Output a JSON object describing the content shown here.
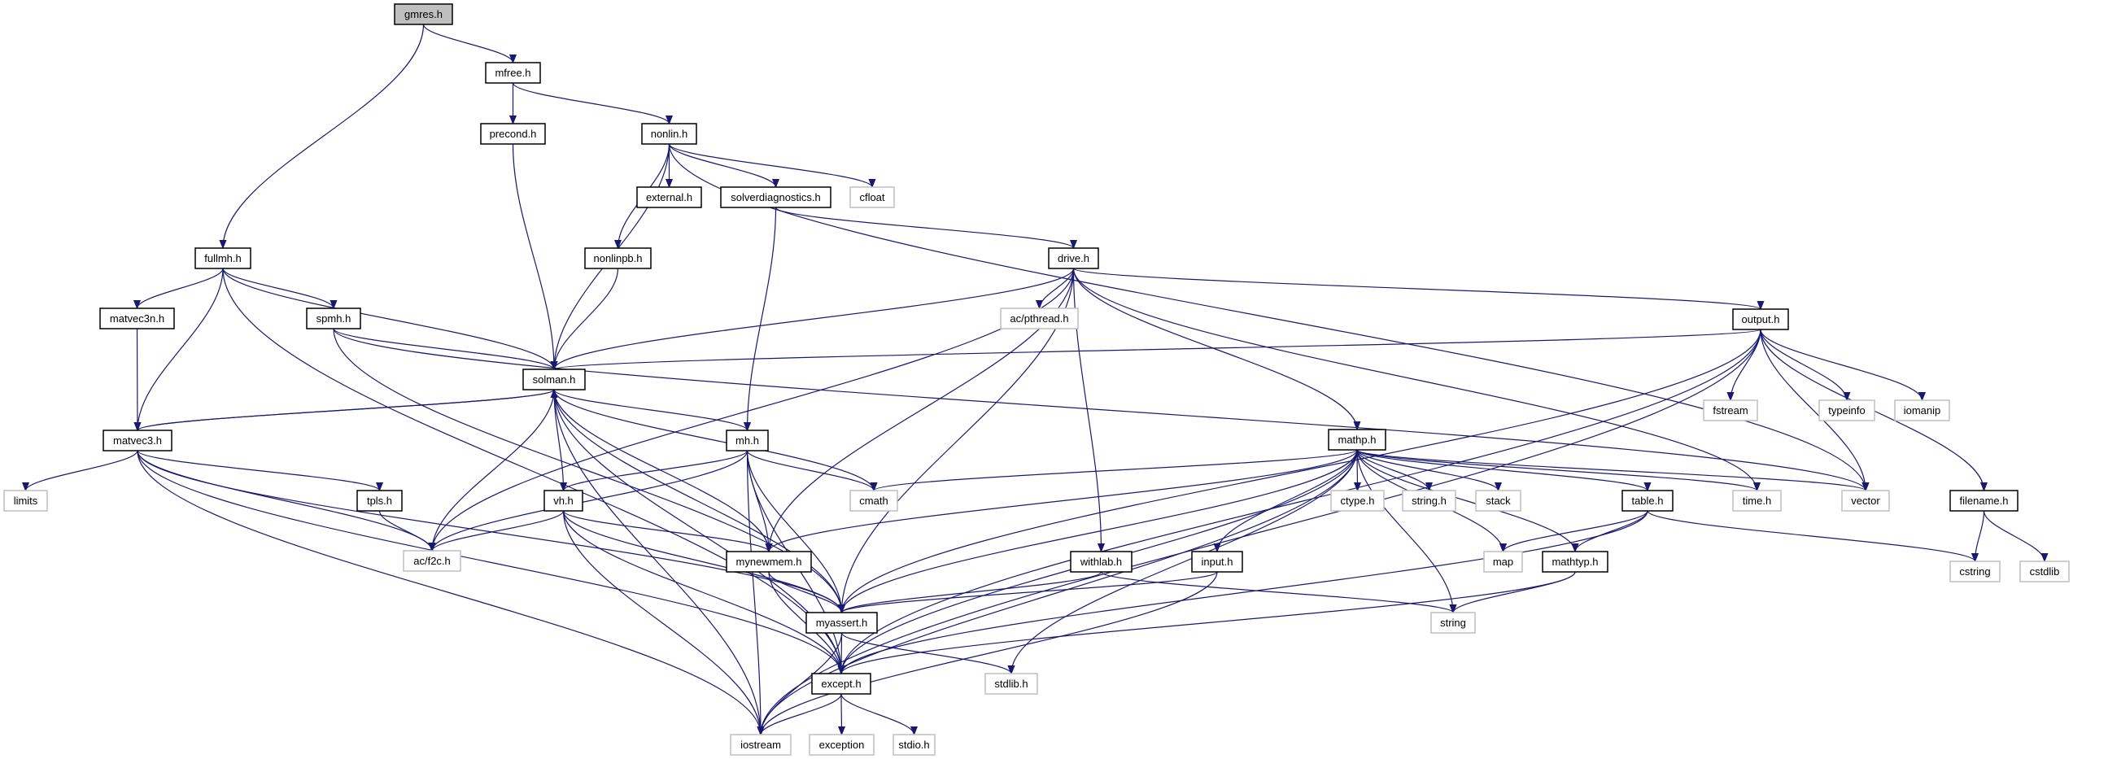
{
  "title": "gmres.h include dependency graph",
  "colors": {
    "edge": "#191970",
    "local_border": "#000000",
    "system_border": "#bfbfbf",
    "root_fill": "#bfbfbf"
  },
  "nodes": [
    {
      "id": "gmres",
      "label": "gmres.h",
      "kind": "root"
    },
    {
      "id": "mfree",
      "label": "mfree.h",
      "kind": "local"
    },
    {
      "id": "precond",
      "label": "precond.h",
      "kind": "local"
    },
    {
      "id": "nonlin",
      "label": "nonlin.h",
      "kind": "local"
    },
    {
      "id": "external",
      "label": "external.h",
      "kind": "local"
    },
    {
      "id": "solverdiagnostics",
      "label": "solverdiagnostics.h",
      "kind": "local"
    },
    {
      "id": "cfloat",
      "label": "cfloat",
      "kind": "system"
    },
    {
      "id": "fullmh",
      "label": "fullmh.h",
      "kind": "local"
    },
    {
      "id": "nonlinpb",
      "label": "nonlinpb.h",
      "kind": "local"
    },
    {
      "id": "drive",
      "label": "drive.h",
      "kind": "local"
    },
    {
      "id": "matvec3n",
      "label": "matvec3n.h",
      "kind": "local"
    },
    {
      "id": "spmh",
      "label": "spmh.h",
      "kind": "local"
    },
    {
      "id": "pthread",
      "label": "ac/pthread.h",
      "kind": "system"
    },
    {
      "id": "output",
      "label": "output.h",
      "kind": "local"
    },
    {
      "id": "solman",
      "label": "solman.h",
      "kind": "local"
    },
    {
      "id": "fstream",
      "label": "fstream",
      "kind": "system"
    },
    {
      "id": "typeinfo",
      "label": "typeinfo",
      "kind": "system"
    },
    {
      "id": "iomanip",
      "label": "iomanip",
      "kind": "system"
    },
    {
      "id": "matvec3",
      "label": "matvec3.h",
      "kind": "local"
    },
    {
      "id": "mh",
      "label": "mh.h",
      "kind": "local"
    },
    {
      "id": "mathp",
      "label": "mathp.h",
      "kind": "local"
    },
    {
      "id": "limits",
      "label": "limits",
      "kind": "system"
    },
    {
      "id": "tpls",
      "label": "tpls.h",
      "kind": "local"
    },
    {
      "id": "vh",
      "label": "vh.h",
      "kind": "local"
    },
    {
      "id": "cmath",
      "label": "cmath",
      "kind": "system"
    },
    {
      "id": "ctype",
      "label": "ctype.h",
      "kind": "system"
    },
    {
      "id": "stringh",
      "label": "string.h",
      "kind": "system"
    },
    {
      "id": "stack",
      "label": "stack",
      "kind": "system"
    },
    {
      "id": "table",
      "label": "table.h",
      "kind": "local"
    },
    {
      "id": "timeh",
      "label": "time.h",
      "kind": "system"
    },
    {
      "id": "vector",
      "label": "vector",
      "kind": "system"
    },
    {
      "id": "filename",
      "label": "filename.h",
      "kind": "local"
    },
    {
      "id": "f2c",
      "label": "ac/f2c.h",
      "kind": "system"
    },
    {
      "id": "mynewmem",
      "label": "mynewmem.h",
      "kind": "local"
    },
    {
      "id": "withlab",
      "label": "withlab.h",
      "kind": "local"
    },
    {
      "id": "input",
      "label": "input.h",
      "kind": "local"
    },
    {
      "id": "map",
      "label": "map",
      "kind": "system"
    },
    {
      "id": "mathtyp",
      "label": "mathtyp.h",
      "kind": "local"
    },
    {
      "id": "cstring",
      "label": "cstring",
      "kind": "system"
    },
    {
      "id": "cstdlib",
      "label": "cstdlib",
      "kind": "system"
    },
    {
      "id": "myassert",
      "label": "myassert.h",
      "kind": "local"
    },
    {
      "id": "string",
      "label": "string",
      "kind": "system"
    },
    {
      "id": "except",
      "label": "except.h",
      "kind": "local"
    },
    {
      "id": "stdlib",
      "label": "stdlib.h",
      "kind": "system"
    },
    {
      "id": "iostream",
      "label": "iostream",
      "kind": "system"
    },
    {
      "id": "exception",
      "label": "exception",
      "kind": "system"
    },
    {
      "id": "stdio",
      "label": "stdio.h",
      "kind": "system"
    }
  ],
  "edges": [
    [
      "gmres",
      "mfree"
    ],
    [
      "gmres",
      "fullmh"
    ],
    [
      "mfree",
      "precond"
    ],
    [
      "mfree",
      "nonlin"
    ],
    [
      "precond",
      "solman"
    ],
    [
      "nonlin",
      "external"
    ],
    [
      "nonlin",
      "solverdiagnostics"
    ],
    [
      "nonlin",
      "cfloat"
    ],
    [
      "nonlin",
      "nonlinpb"
    ],
    [
      "nonlin",
      "solman"
    ],
    [
      "nonlin",
      "vector"
    ],
    [
      "solverdiagnostics",
      "drive"
    ],
    [
      "solverdiagnostics",
      "mh"
    ],
    [
      "nonlinpb",
      "solman"
    ],
    [
      "fullmh",
      "matvec3n"
    ],
    [
      "fullmh",
      "spmh"
    ],
    [
      "fullmh",
      "solman"
    ],
    [
      "fullmh",
      "matvec3"
    ],
    [
      "fullmh",
      "except"
    ],
    [
      "drive",
      "pthread"
    ],
    [
      "drive",
      "output"
    ],
    [
      "drive",
      "solman"
    ],
    [
      "drive",
      "mathp"
    ],
    [
      "drive",
      "withlab"
    ],
    [
      "drive",
      "mynewmem"
    ],
    [
      "drive",
      "myassert"
    ],
    [
      "drive",
      "f2c"
    ],
    [
      "drive",
      "timeh"
    ],
    [
      "matvec3n",
      "matvec3"
    ],
    [
      "spmh",
      "solman"
    ],
    [
      "spmh",
      "myassert"
    ],
    [
      "spmh",
      "vector"
    ],
    [
      "output",
      "solman"
    ],
    [
      "output",
      "fstream"
    ],
    [
      "output",
      "typeinfo"
    ],
    [
      "output",
      "iomanip"
    ],
    [
      "output",
      "vector"
    ],
    [
      "output",
      "filename"
    ],
    [
      "output",
      "myassert"
    ],
    [
      "output",
      "iostream"
    ],
    [
      "output",
      "except"
    ],
    [
      "solman",
      "matvec3"
    ],
    [
      "solman",
      "mh"
    ],
    [
      "solman",
      "vh"
    ],
    [
      "solman",
      "f2c"
    ],
    [
      "solman",
      "cmath"
    ],
    [
      "solman",
      "mynewmem"
    ],
    [
      "solman",
      "myassert"
    ],
    [
      "solman",
      "except"
    ],
    [
      "solman",
      "iostream"
    ],
    [
      "matvec3",
      "solman"
    ],
    [
      "matvec3",
      "limits"
    ],
    [
      "matvec3",
      "tpls"
    ],
    [
      "matvec3",
      "f2c"
    ],
    [
      "matvec3",
      "myassert"
    ],
    [
      "matvec3",
      "except"
    ],
    [
      "matvec3",
      "iostream"
    ],
    [
      "mh",
      "vh"
    ],
    [
      "mh",
      "f2c"
    ],
    [
      "mh",
      "cmath"
    ],
    [
      "mh",
      "mynewmem"
    ],
    [
      "mh",
      "myassert"
    ],
    [
      "mh",
      "except"
    ],
    [
      "mh",
      "iostream"
    ],
    [
      "mathp",
      "cmath"
    ],
    [
      "mathp",
      "ctype"
    ],
    [
      "mathp",
      "stringh"
    ],
    [
      "mathp",
      "stack"
    ],
    [
      "mathp",
      "table"
    ],
    [
      "mathp",
      "timeh"
    ],
    [
      "mathp",
      "vector"
    ],
    [
      "mathp",
      "map"
    ],
    [
      "mathp",
      "mathtyp"
    ],
    [
      "mathp",
      "string"
    ],
    [
      "mathp",
      "input"
    ],
    [
      "mathp",
      "mynewmem"
    ],
    [
      "mathp",
      "myassert"
    ],
    [
      "mathp",
      "except"
    ],
    [
      "mathp",
      "stdlib"
    ],
    [
      "mathp",
      "iostream"
    ],
    [
      "tpls",
      "f2c"
    ],
    [
      "vh",
      "f2c"
    ],
    [
      "vh",
      "mynewmem"
    ],
    [
      "vh",
      "myassert"
    ],
    [
      "vh",
      "except"
    ],
    [
      "vh",
      "iostream"
    ],
    [
      "table",
      "map"
    ],
    [
      "table",
      "mathtyp"
    ],
    [
      "table",
      "cstring"
    ],
    [
      "table",
      "except"
    ],
    [
      "filename",
      "cstring"
    ],
    [
      "filename",
      "cstdlib"
    ],
    [
      "mynewmem",
      "myassert"
    ],
    [
      "mynewmem",
      "except"
    ],
    [
      "withlab",
      "myassert"
    ],
    [
      "withlab",
      "string"
    ],
    [
      "input",
      "myassert"
    ],
    [
      "input",
      "iostream"
    ],
    [
      "mathtyp",
      "string"
    ],
    [
      "mathtyp",
      "except"
    ],
    [
      "myassert",
      "except"
    ],
    [
      "myassert",
      "stdlib"
    ],
    [
      "myassert",
      "iostream"
    ],
    [
      "except",
      "iostream"
    ],
    [
      "except",
      "exception"
    ],
    [
      "except",
      "stdio"
    ]
  ]
}
